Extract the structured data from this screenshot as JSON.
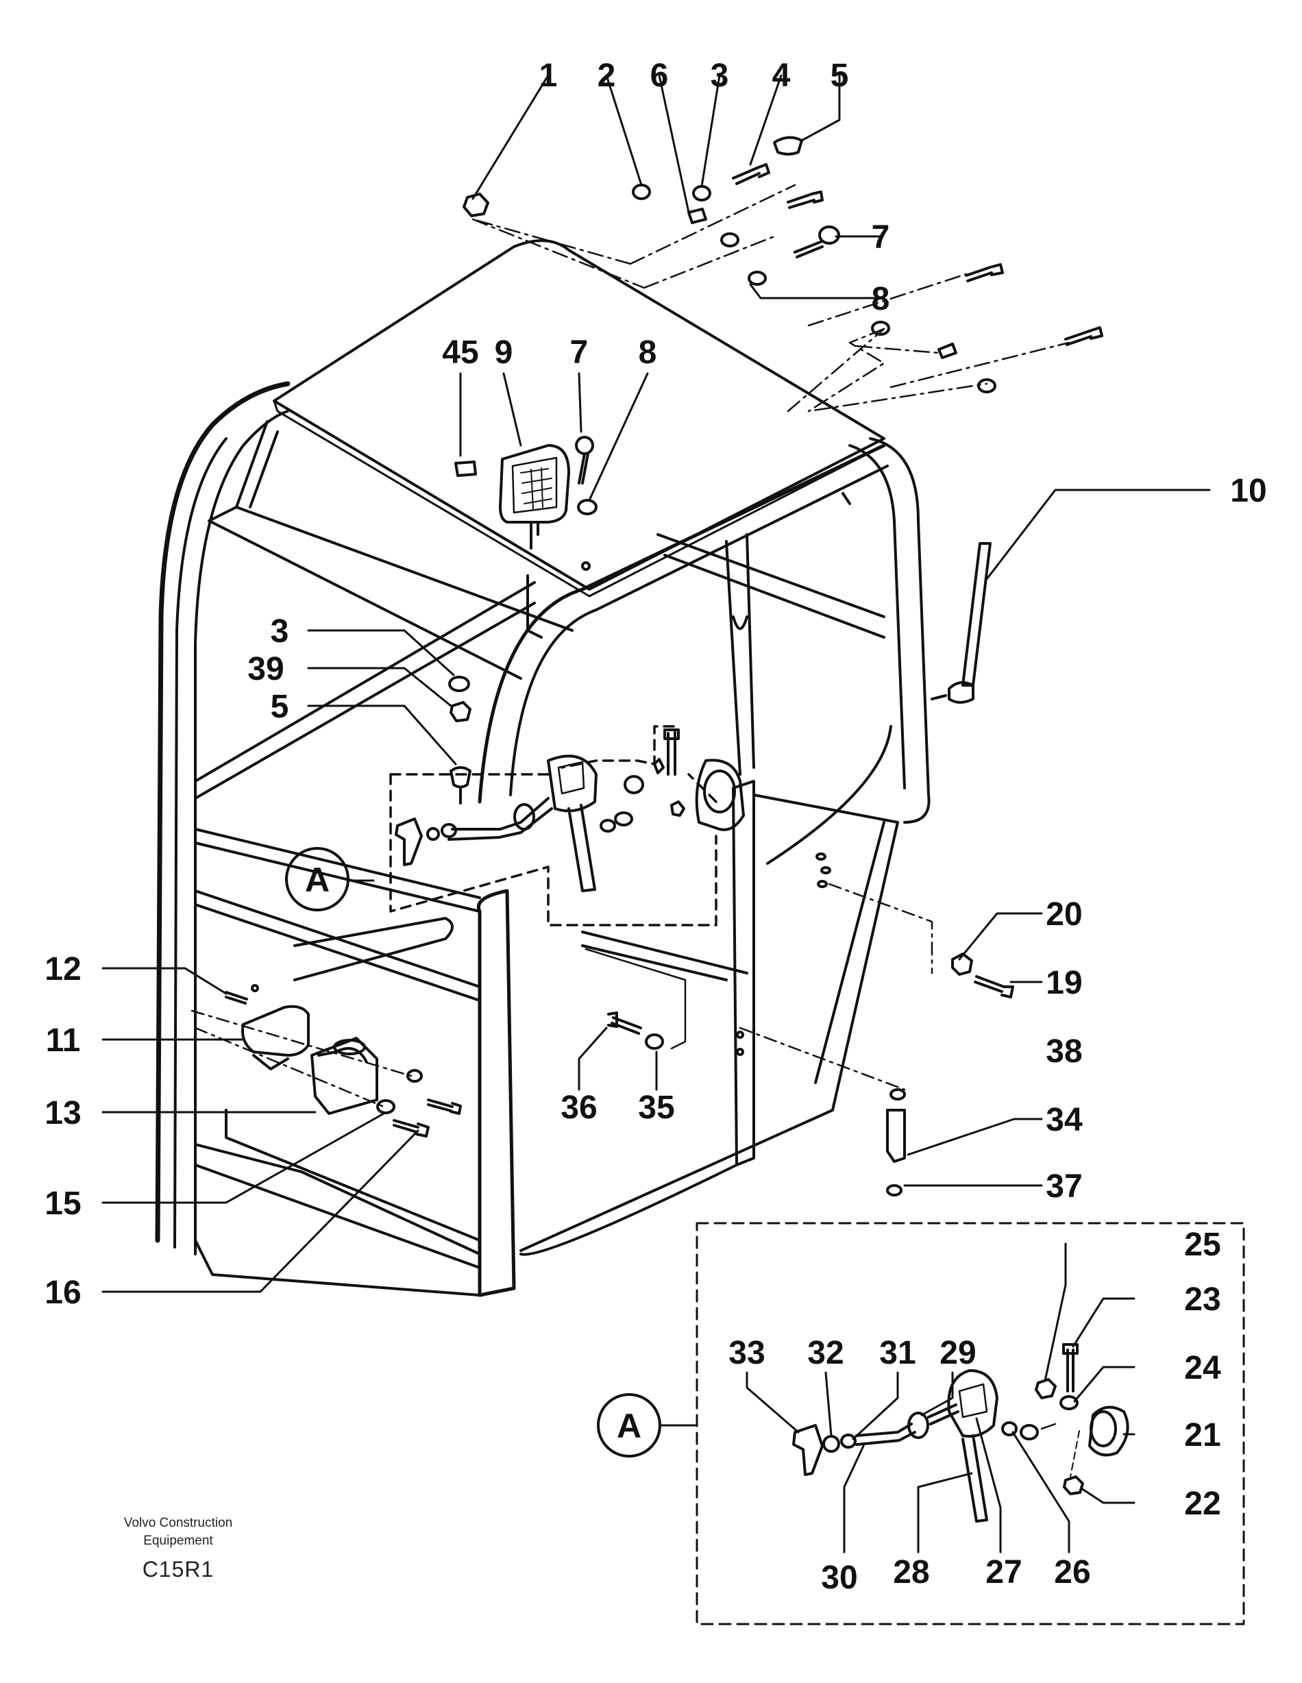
{
  "callouts": {
    "c1": "1",
    "c2": "2",
    "c3": "3",
    "c3b": "3",
    "c4": "4",
    "c5": "5",
    "c5b": "5",
    "c6": "6",
    "c7": "7",
    "c7b": "7",
    "c8": "8",
    "c8b": "8",
    "c9": "9",
    "c10": "10",
    "c11": "11",
    "c12": "12",
    "c13": "13",
    "c15": "15",
    "c16": "16",
    "c19": "19",
    "c20": "20",
    "c21": "21",
    "c22": "22",
    "c23": "23",
    "c24": "24",
    "c25": "25",
    "c26": "26",
    "c27": "27",
    "c28": "28",
    "c29": "29",
    "c30": "30",
    "c31": "31",
    "c32": "32",
    "c33": "33",
    "c34": "34",
    "c35": "35",
    "c36": "36",
    "c37": "37",
    "c38": "38",
    "c39": "39",
    "c45": "45"
  },
  "detail_marker": "A",
  "detail_marker_inset": "A",
  "footer": {
    "org_line1": "Volvo Construction",
    "org_line2": "Equipement",
    "code": "C15R1"
  },
  "colors": {
    "ink": "#111111",
    "paper": "#ffffff"
  }
}
